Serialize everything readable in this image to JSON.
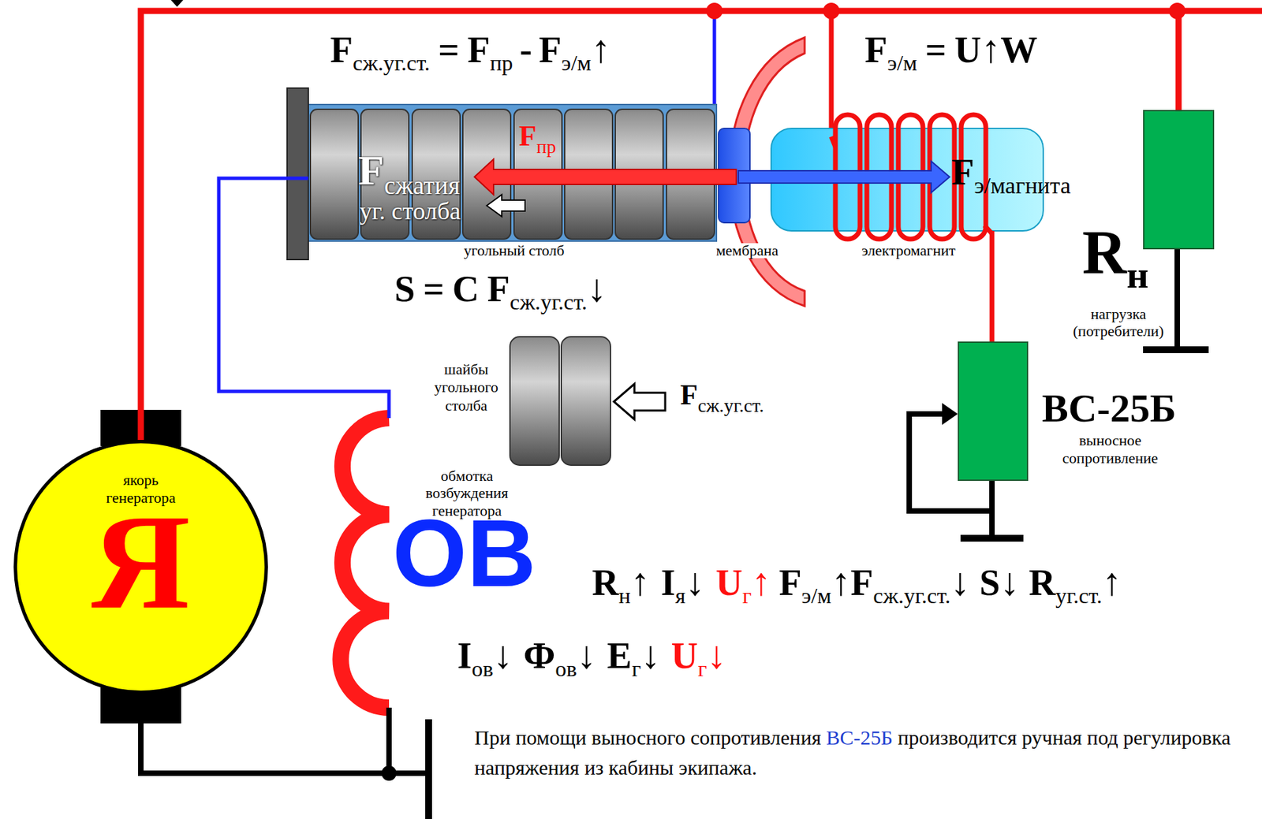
{
  "diagram": {
    "nodes": [
      {
        "text": [
          "якорь генератора",
          "Я"
        ]
      },
      {
        "text": [
          "угольный столб"
        ]
      },
      {
        "text": [
          "мембрана"
        ]
      },
      {
        "text": [
          "электромагнит"
        ]
      },
      {
        "text": [
          "нагрузка (потребители)"
        ]
      },
      {
        "text": [
          "ВС-25Б",
          "выносное сопротивление"
        ]
      },
      {
        "text": [
          "шайбы угольного столба"
        ]
      },
      {
        "text": [
          "обмотка возбуждения генератора",
          "ОВ"
        ]
      }
    ],
    "edges": [
      {
        "from": 0,
        "to": 4,
        "arrow": "none"
      },
      {
        "from": 1,
        "to": 7,
        "arrow": "none"
      },
      {
        "from": 3,
        "to": 5,
        "arrow": "none"
      },
      {
        "from": 0,
        "to": 7,
        "arrow": "none"
      }
    ],
    "labels": [
      "F",
      "сж.уг.ст.",
      "=",
      "F",
      "пр",
      "-",
      "F",
      "э/м",
      "↑",
      "F",
      "э/м",
      "=",
      "U",
      "↑",
      "W",
      "F",
      "пр",
      "F",
      "сжатия",
      "уг. столба",
      "F",
      "э/магнита",
      "S",
      "=",
      "C",
      "F",
      "сж.уг.ст.",
      "↓",
      "F",
      "сж.уг.ст.",
      "R",
      "н",
      "R",
      "н",
      "↑",
      "I",
      "я",
      "↓",
      "U",
      "г",
      "↑",
      "F",
      "э/м",
      "↑",
      "F",
      "сж.уг.ст.",
      "↓",
      "S",
      "↓",
      "R",
      "уг.ст.",
      "↑",
      "I",
      "ов",
      "↓",
      "Ф",
      "ов",
      "↓",
      "E",
      "г",
      "↓",
      "U",
      "г",
      "↓",
      "При помощи выносного сопротивления",
      "ВС-25Б",
      "производится ручная под регулировка напряжения из кабины экипажа."
    ]
  }
}
